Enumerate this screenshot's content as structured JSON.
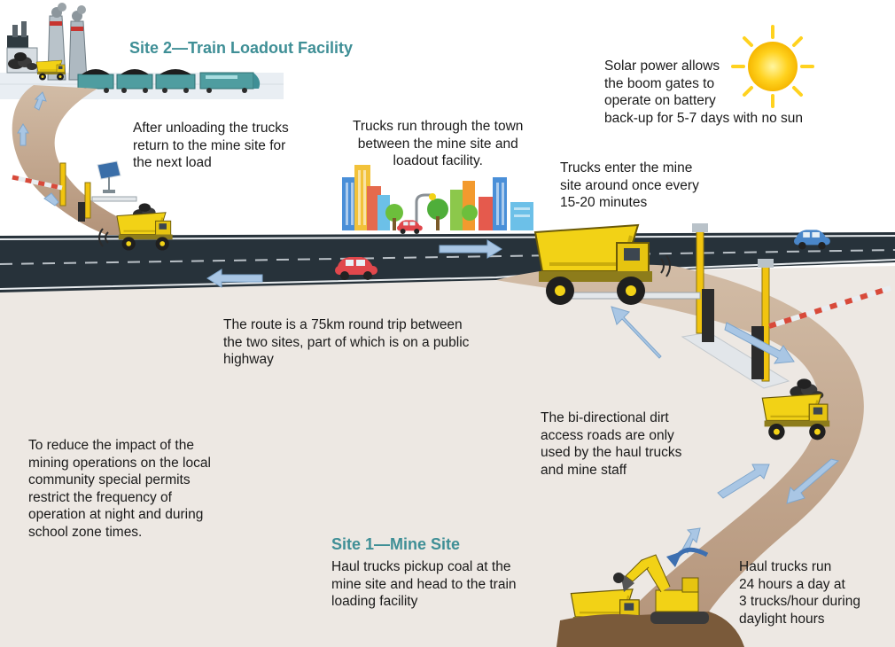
{
  "titles": {
    "site2": "Site 2—Train Loadout Facility",
    "site1": "Site 1—Mine Site"
  },
  "labels": {
    "unloading": "After unloading the trucks\nreturn to the mine site for\nthe next load",
    "town": "Trucks run through the town\nbetween the mine site and\nloadout facility.",
    "solar": "Solar power allows\nthe boom gates to\noperate on battery\nback-up for 5-7 days with no sun",
    "enter": "Trucks enter the mine\nsite around once every\n15-20 minutes",
    "route": "The route is a 75km round trip between\nthe two sites, part of which is on a public\nhighway",
    "dirt_roads": "The bi-directional dirt\naccess roads are only\nused by the haul trucks\nand mine staff",
    "impact": "To reduce the impact of the\nmining operations on the local\ncommunity special permits\nrestrict the frequency of\noperation at night and during\nschool zone times.",
    "pickup": "Haul trucks pickup coal at the\nmine site and head to the train\nloading facility",
    "hours": "Haul trucks run\n24 hours a day at\n3 trucks/hour during\ndaylight hours"
  },
  "colors": {
    "ground": "#ede8e3",
    "dirt_road": "#c3a78d",
    "highway": "#27323a",
    "title_teal": "#3f8f96",
    "truck_yellow": "#f2d216",
    "arrow_blue": "#a9c6e4",
    "train_teal": "#4f9da0"
  },
  "icons": [
    "coal-plant-icon",
    "train-icon",
    "sun-icon",
    "solar-panel-icon",
    "city-skyline-icon",
    "boom-gate-icon",
    "haul-truck-icon",
    "car-icon",
    "excavator-icon",
    "direction-arrow-icon"
  ]
}
